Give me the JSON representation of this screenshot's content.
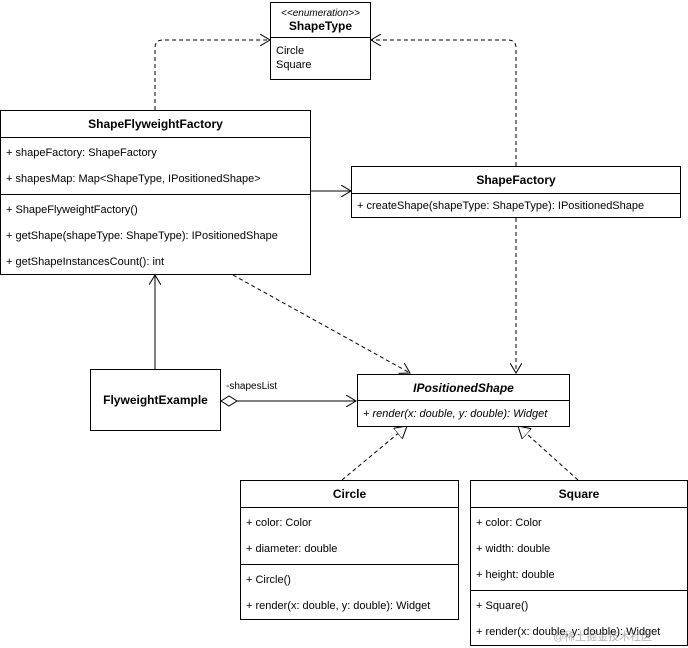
{
  "classes": {
    "shape_type": {
      "stereotype": "<<enumeration>>",
      "name": "ShapeType",
      "values": [
        "Circle",
        "Square"
      ]
    },
    "flyweight_factory": {
      "name": "ShapeFlyweightFactory",
      "attributes": [
        "+ shapeFactory: ShapeFactory",
        "+ shapesMap: Map<ShapeType, IPositionedShape>"
      ],
      "operations": [
        "+ ShapeFlyweightFactory()",
        "+ getShape(shapeType: ShapeType): IPositionedShape",
        "+ getShapeInstancesCount(): int"
      ]
    },
    "shape_factory": {
      "name": "ShapeFactory",
      "operations": [
        "+ createShape(shapeType: ShapeType): IPositionedShape"
      ]
    },
    "flyweight_example": {
      "name": "FlyweightExample"
    },
    "positioned_shape": {
      "name": "IPositionedShape",
      "operations": [
        "+ render(x: double, y: double): Widget"
      ]
    },
    "circle": {
      "name": "Circle",
      "attributes": [
        "+ color: Color",
        "+ diameter: double"
      ],
      "operations": [
        "+ Circle()",
        "+ render(x: double, y: double): Widget"
      ]
    },
    "square": {
      "name": "Square",
      "attributes": [
        "+ color: Color",
        "+ width: double",
        "+ height: double"
      ],
      "operations": [
        "+ Square()",
        "+ render(x: double, y: double): Widget"
      ]
    }
  },
  "edge_labels": {
    "shapes_list": "-shapesList"
  },
  "watermark": "@稀土掘金技术社区"
}
